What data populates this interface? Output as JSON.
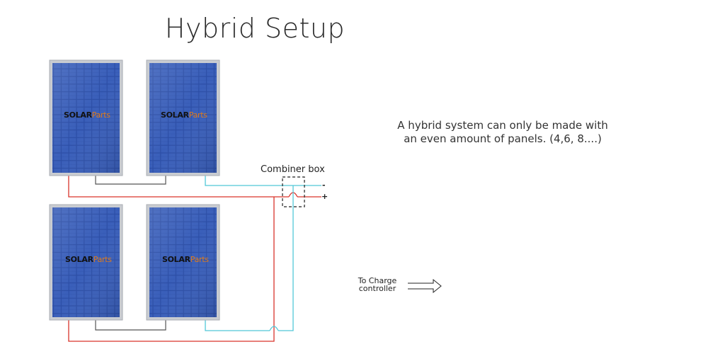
{
  "title": "Hybrid Setup",
  "note": {
    "line1": "A hybrid system can only be made with",
    "line2": "an even amount of panels. (4,6, 8....)"
  },
  "combiner_box": {
    "label": "Combiner box",
    "minus": "-",
    "plus": "+"
  },
  "output": {
    "line1": "To Charge",
    "line2": "controller"
  },
  "brand": {
    "part1": "SOLAR",
    "part2": "Parts"
  },
  "colors": {
    "positive_wire": "#d9342b",
    "negative_wire": "#52c8d8",
    "series_wire": "#555555",
    "panel_cell": "#2e4fa8",
    "panel_frame": "#c9ccd1"
  },
  "panels": [
    {
      "id": "panel-top-left"
    },
    {
      "id": "panel-top-right"
    },
    {
      "id": "panel-bottom-left"
    },
    {
      "id": "panel-bottom-right"
    }
  ]
}
